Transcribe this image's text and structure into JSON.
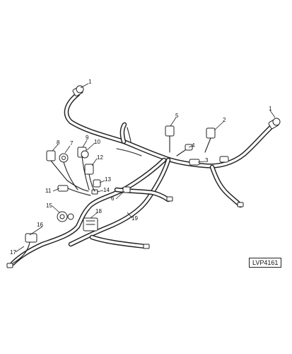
{
  "diagram": {
    "reference_code": "LVP4161",
    "callouts": [
      "1",
      "1",
      "2",
      "3",
      "4",
      "5",
      "6",
      "7",
      "8",
      "9",
      "10",
      "11",
      "12",
      "13",
      "14",
      "15",
      "16",
      "17",
      "18",
      "19"
    ]
  }
}
